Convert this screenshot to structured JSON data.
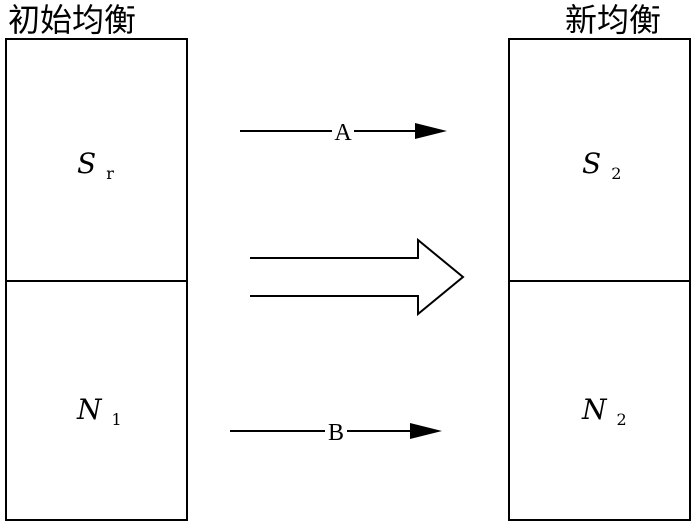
{
  "left": {
    "title": "初始均衡",
    "top_cell": {
      "var": "S",
      "sub": "r"
    },
    "bottom_cell": {
      "var": "N",
      "sub": "1"
    }
  },
  "right": {
    "title": "新均衡",
    "top_cell": {
      "var": "S",
      "sub": "2"
    },
    "bottom_cell": {
      "var": "N",
      "sub": "2"
    }
  },
  "arrows": {
    "top_label": "A",
    "bottom_label": "B"
  }
}
